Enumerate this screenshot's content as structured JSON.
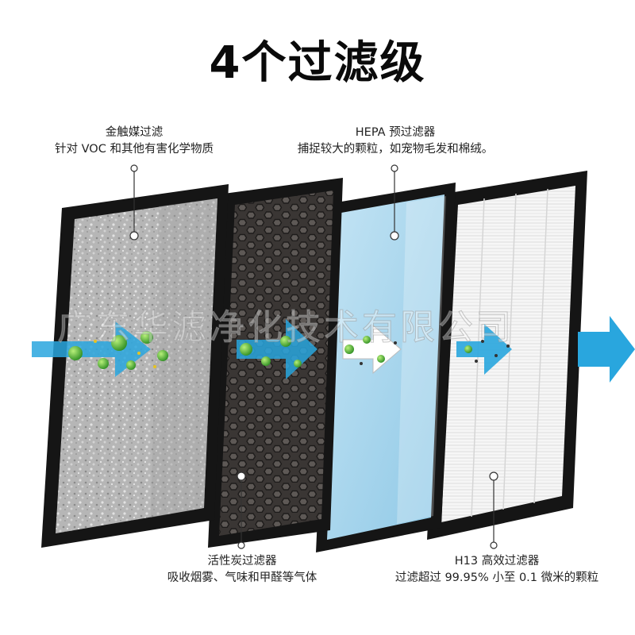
{
  "title": "4个过滤级",
  "watermark": "广东华滤净化技术有限公司",
  "layers": [
    {
      "name": "金触媒过滤",
      "desc": "针对 VOC 和其他有害化学物质"
    },
    {
      "name": "活性炭过滤器",
      "desc": "吸收烟雾、气味和甲醛等气体"
    },
    {
      "name": "HEPA 预过滤器",
      "desc": "捕捉较大的颗粒，如宠物毛发和棉绒。"
    },
    {
      "name": "H13 高效过滤器",
      "desc": "过滤超过 99.95% 小至 0.1 微米的颗粒"
    }
  ],
  "colors": {
    "frame": "#151515",
    "arrow": "#29a6de",
    "hepa_pre": "#a9d6ee",
    "h13": "#f4f4f4",
    "carbon": "#4a4644",
    "catalyst": "#bdbdbd"
  }
}
